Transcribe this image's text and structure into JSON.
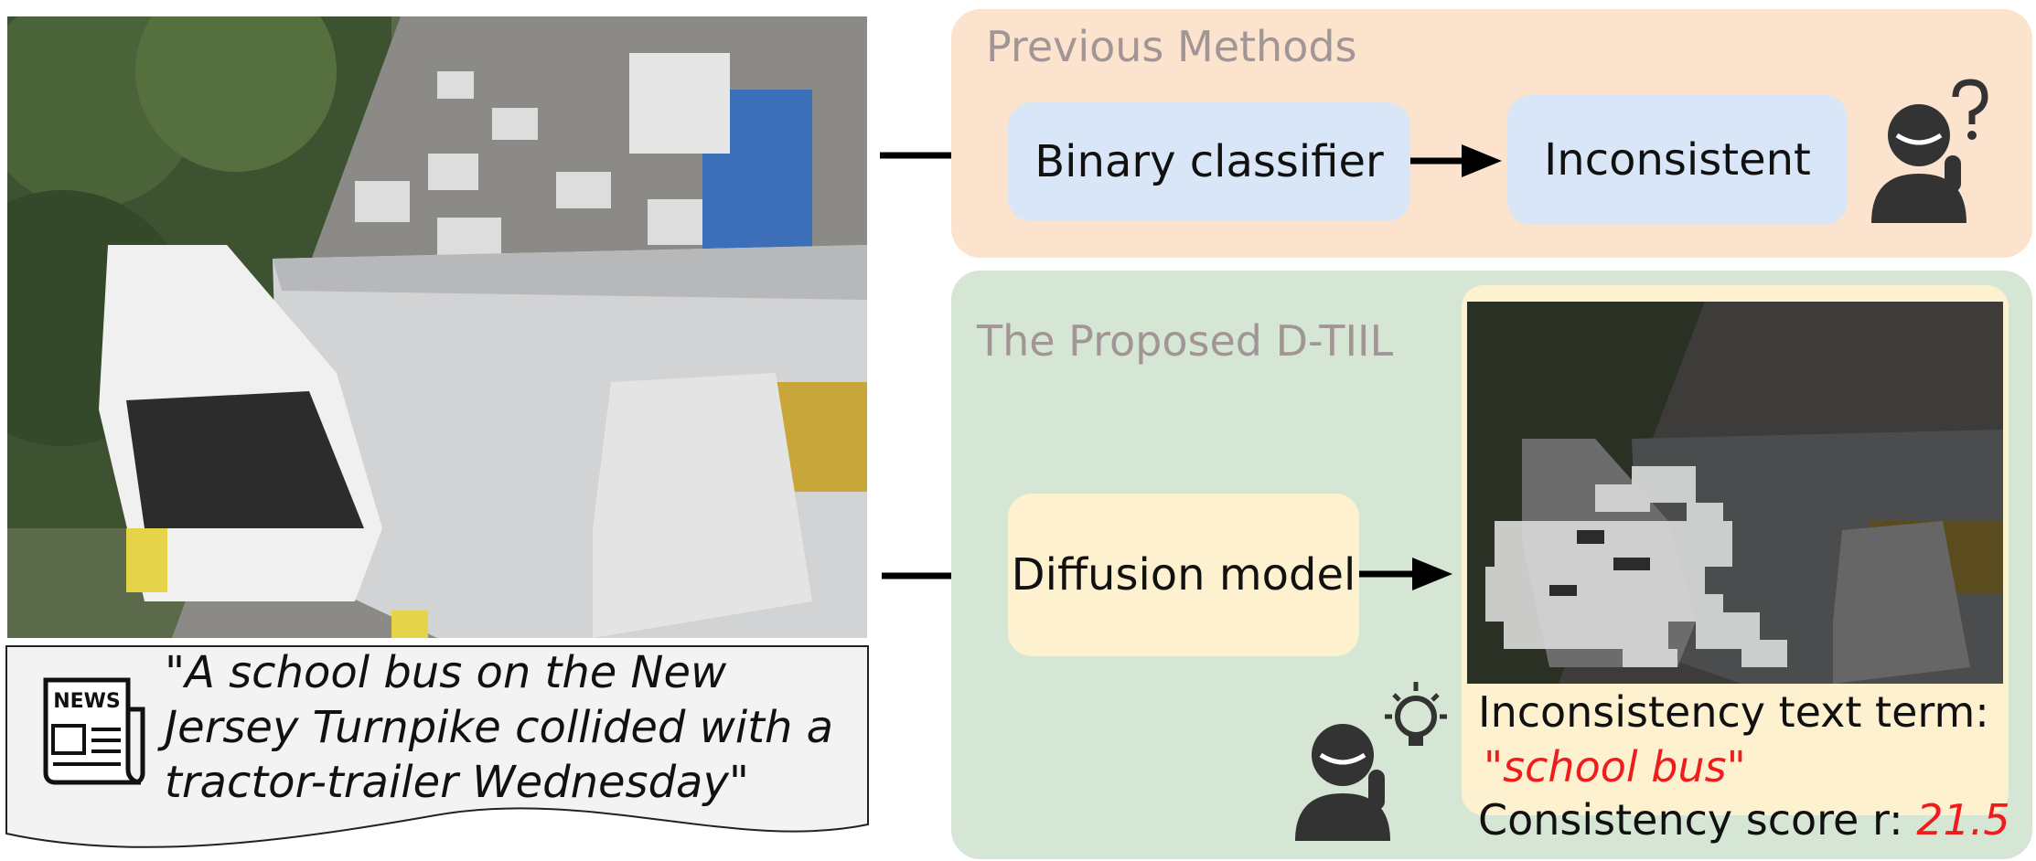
{
  "caption": {
    "text": "\"A school bus on the New Jersey Turnpike collided with a tractor-trailer Wednesday\"",
    "icon": "newspaper-icon",
    "icon_label": "NEWS"
  },
  "previous": {
    "title": "Previous Methods",
    "classifier": "Binary classifier",
    "output": "Inconsistent",
    "person_icon": "confused-person-icon"
  },
  "proposed": {
    "title": "The Proposed D-TIIL",
    "model": "Diffusion model",
    "person_icon": "idea-person-icon",
    "term_label": "Inconsistency text term:",
    "term_value": "\"school bus\"",
    "score_label": "Consistency score r:",
    "score_value": "21.5"
  },
  "colors": {
    "previous_panel": "#fce3cd",
    "proposed_panel": "#d5e6d4",
    "box_blue": "#d8e6f7",
    "box_cream": "#fdf1cf",
    "title_gray": "#a29596",
    "highlight_red": "#ee1c1c"
  }
}
